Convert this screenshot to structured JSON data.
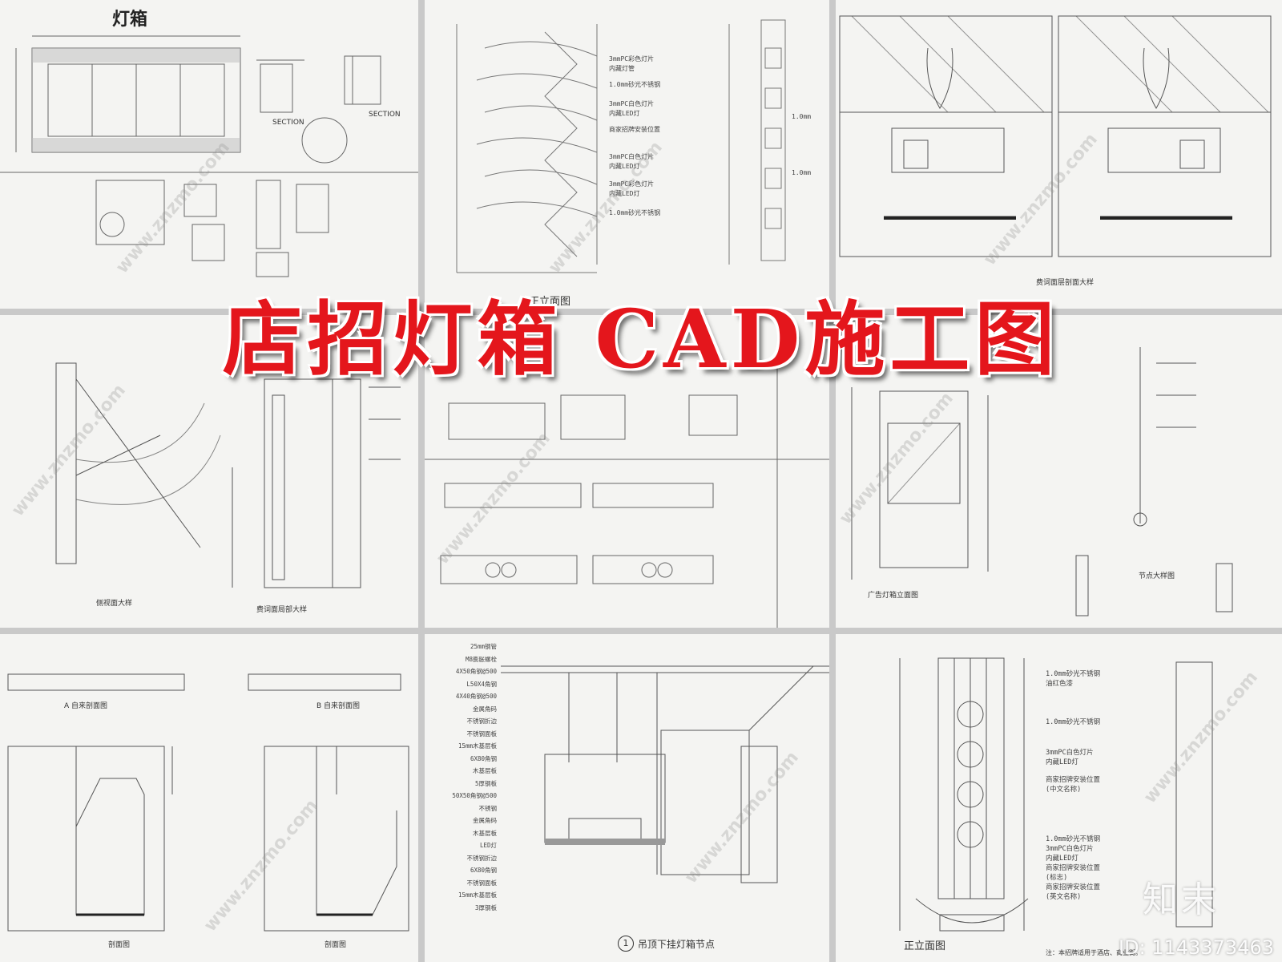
{
  "banner_title": "店招灯箱 CAD施工图",
  "panel1": {
    "title": "灯箱",
    "section_label_1": "SECTION",
    "section_label_2": "SECTION"
  },
  "panel2": {
    "notes": [
      "3mmPC彩色灯片",
      "内藏灯管",
      "1.0mm砂光不锈钢",
      "3mmPC白色灯片",
      "内藏LED灯",
      "商家招牌安装位置",
      "3mmPC白色灯片",
      "内藏LED灯",
      "3mmPC彩色灯片",
      "内藏LED灯",
      "1.0mm砂光不锈钢"
    ],
    "dim_1": "1.0mm",
    "dim_2": "1.0mm",
    "caption": "正立面图"
  },
  "panel3": {
    "caption": "费词面层剖面大样"
  },
  "panel4": {
    "caption_left": "侧视面大样",
    "caption_right": "费词面局部大样"
  },
  "panel6": {
    "caption": "广告灯箱立面图",
    "caption_2": "节点大样图"
  },
  "panel7": {
    "caption_1": "A 自来剖面图",
    "caption_2": "B 自来剖面图",
    "caption_3": "剖面图",
    "caption_4": "剖面图"
  },
  "panel8": {
    "notes": [
      "25mm钢管",
      "M8膨胀螺栓",
      "4X50角钢@500",
      "L50X4角钢",
      "4X40角钢@500",
      "金属角码",
      "不锈钢折边",
      "不锈钢面板",
      "15mm木基层板",
      "6X80角钢",
      "木基层板",
      "5厚钢板",
      "50X50角钢@500",
      "不锈钢",
      "金属角码",
      "木基层板",
      "LED灯",
      "不锈钢折边",
      "6X80角钢",
      "不锈钢面板",
      "15mm木基层板",
      "3厚钢板"
    ],
    "caption_number": "1",
    "caption": "吊顶下挂灯箱节点"
  },
  "panel9": {
    "notes": [
      "1.0mm砂光不锈钢",
      "油红色漆",
      "1.0mm砂光不锈钢",
      "3mmPC白色灯片",
      "内藏LED灯",
      "商家招牌安装位置",
      "(中文名称)",
      "1.0mm砂光不锈钢",
      "3mmPC白色灯片",
      "内藏LED灯",
      "商家招牌安装位置",
      "(标志)",
      "商家招牌安装位置",
      "(英文名称)"
    ],
    "caption": "正立面图",
    "footnote": "注：本招牌适用于酒店、商业街。"
  },
  "watermark": "www.znzmo.com",
  "logo": "知末",
  "id_label": "ID: 1143373463",
  "colors": {
    "banner": "#e4161c",
    "paper": "#f4f4f2",
    "grid_gap": "#c9c9c9",
    "line": "#555555"
  }
}
